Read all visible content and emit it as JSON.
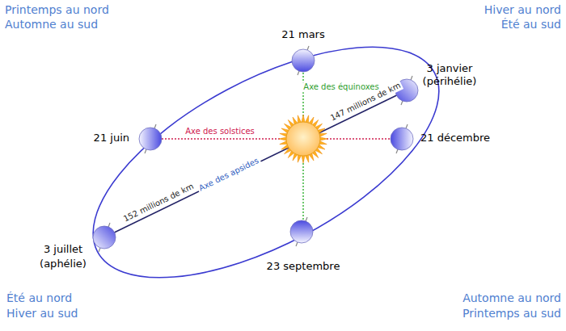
{
  "diagram": {
    "labels": [
      "Printemps au nord",
      "Automne au sud",
      "Hiver au nord",
      "Été au sud",
      "Été au nord",
      "Hiver au sud",
      "Automne au nord",
      "Printemps au sud",
      "21 mars",
      "3 janvier",
      "(périhélie)",
      "21 juin",
      "21 décembre",
      "3 juillet",
      "(aphélie)",
      "23 septembre",
      "Axe des équinoxes",
      "Axe des solstices",
      "Axe des apsides",
      "147 millions de km",
      "152 millions de km"
    ]
  }
}
